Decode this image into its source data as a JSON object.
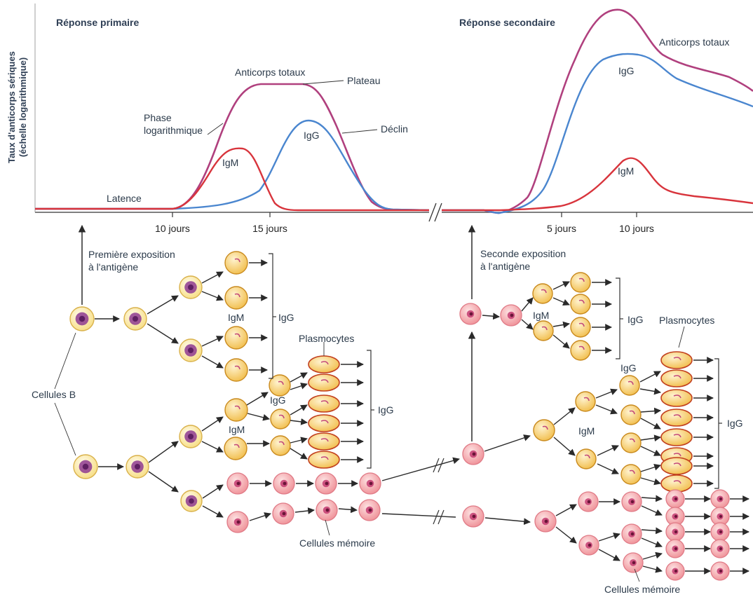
{
  "headings": {
    "primary": "Réponse primaire",
    "secondary": "Réponse secondaire"
  },
  "y_axis": {
    "line1": "Taux d'anticorps sériques",
    "line2": "(échelle logarithmique)"
  },
  "curve_labels": {
    "total_primary": "Anticorps totaux",
    "plateau": "Plateau",
    "phase_line1": "Phase",
    "phase_line2": "logarithmique",
    "igg_primary": "IgG",
    "igm_primary": "IgM",
    "decline": "Déclin",
    "latence": "Latence",
    "total_secondary": "Anticorps totaux",
    "igg_secondary": "IgG",
    "igm_secondary": "IgM"
  },
  "ticks": {
    "t10_primary": "10 jours",
    "t15": "15 jours",
    "t5": "5 jours",
    "t10_secondary": "10 jours"
  },
  "exposures": {
    "first_line1": "Première exposition",
    "first_line2": "à l'antigène",
    "second_line1": "Seconde exposition",
    "second_line2": "à l'antigène"
  },
  "cell_labels": {
    "b_cells": "Cellules B",
    "igm_top": "IgM",
    "igg_top_bracket": "IgG",
    "plasmocytes_left": "Plasmocytes",
    "igg_left_small": "IgG",
    "igm_left_mid": "IgM",
    "igg_left_bracket": "IgG",
    "memory_left": "Cellules mémoire",
    "igm_right_top": "IgM",
    "igg_right_top_bracket": "IgG",
    "plasmocytes_right": "Plasmocytes",
    "igg_right_small": "IgG",
    "igm_right_mid": "IgM",
    "igg_right_bracket": "IgG",
    "memory_right": "Cellules mémoire"
  },
  "colors": {
    "total": "#b0407e",
    "igg": "#4a86cf",
    "igm": "#d8343c",
    "b_cell_fill": "#fde9a3",
    "b_cell_nucleus": "#8e3a8f",
    "plasma_fill": "#f6c355",
    "memory_fill": "#f5a5a5",
    "memory_nucleus": "#c0326a",
    "label_text": "#2b3a4a"
  }
}
